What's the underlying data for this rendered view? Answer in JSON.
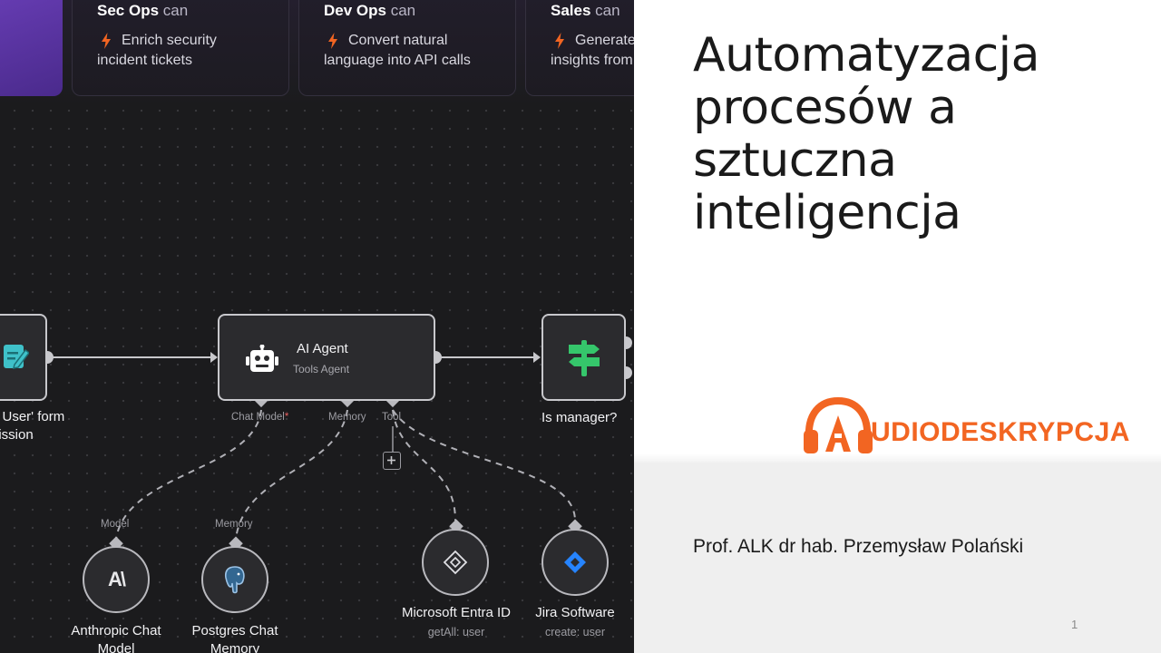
{
  "use_cases": [
    {
      "role": "Sec Ops",
      "can": "can",
      "line1": "Enrich security",
      "line2": "incident tickets"
    },
    {
      "role": "Dev Ops",
      "can": "can",
      "line1": "Convert natural",
      "line2": "language into API calls"
    },
    {
      "role": "Sales",
      "can": "can",
      "line1": "Generate",
      "line2": "insights from"
    }
  ],
  "workflow": {
    "trigger": {
      "label_line1": "e User' form",
      "label_line2": "nission"
    },
    "agent": {
      "title": "AI Agent",
      "subtitle": "Tools Agent",
      "ports": {
        "chat_model": "Chat Model",
        "required_mark": "*",
        "memory": "Memory",
        "tool": "Tool"
      }
    },
    "condition": {
      "label": "Is manager?"
    },
    "sub_nodes": [
      {
        "port": "Model",
        "label_line1": "Anthropic Chat",
        "label_line2": "Model"
      },
      {
        "port": "Memory",
        "label_line1": "Postgres Chat",
        "label_line2": "Memory"
      },
      {
        "label_line1": "Microsoft Entra ID",
        "sub": "getAll: user"
      },
      {
        "label_line1": "Jira Software",
        "sub": "create: user"
      }
    ],
    "anthropic_glyph": "A\\"
  },
  "slide": {
    "title_lines": [
      "Automatyzacja",
      "procesów a",
      "sztuczna",
      "inteligencja"
    ],
    "logo_text": "UDIODESKRYPCJA",
    "author": "Prof. ALK dr hab. Przemysław Polański",
    "page_number": "1"
  },
  "colors": {
    "canvas_bg": "#1b1b1d",
    "accent_orange": "#f26522",
    "switch_green": "#35c66b",
    "jira_blue": "#2684ff",
    "purple_card": "#5b34a8"
  },
  "icons": {
    "bolt": "bolt-icon",
    "form": "form-edit-icon",
    "agent": "robot-icon",
    "switch": "signpost-icon",
    "anthropic": "anthropic-logo-icon",
    "postgres": "postgres-elephant-icon",
    "entra": "entra-id-icon",
    "jira": "jira-icon",
    "headphones": "headphones-icon"
  }
}
